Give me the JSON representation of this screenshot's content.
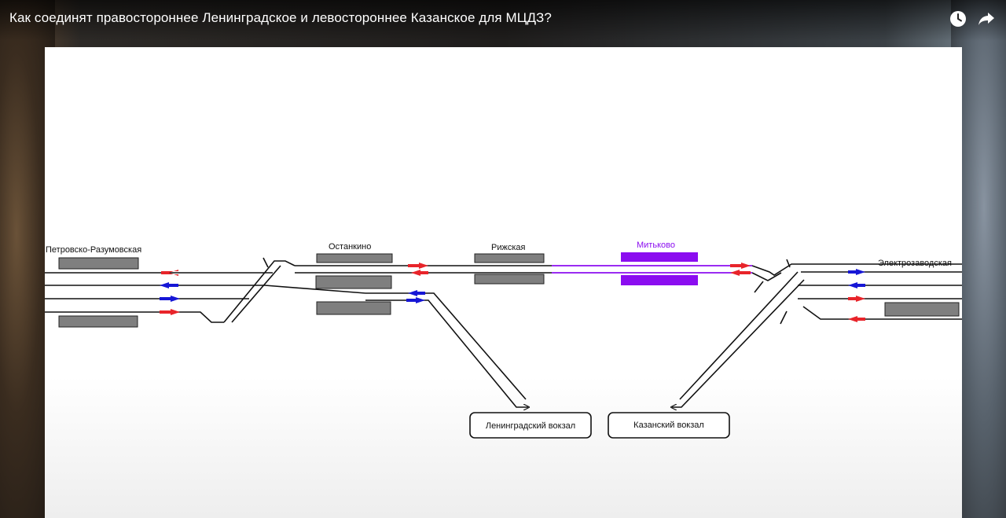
{
  "video": {
    "title": "Как соединят правостороннее Ленинградское и левостороннее Казанское для МЦДЗ?"
  },
  "icons": {
    "watch_later": "clock-icon",
    "share": "share-arrow-icon"
  },
  "colors": {
    "track": "#111111",
    "platform": "#7f7f7f",
    "arrow_red": "#e8242a",
    "arrow_blue": "#1616d6",
    "mitkovo": "#8b0df0"
  },
  "diagram": {
    "stations": {
      "petrovsko": "Петровско-Разумовская",
      "ostankino": "Останкино",
      "rizhskaya": "Рижская",
      "mitkovo": "Митьково",
      "elektrozavodskaya": "Электрозаводская"
    },
    "terminals": {
      "leningradsky": "Ленинградский вокзал",
      "kazansky": "Казанский вокзал"
    }
  }
}
